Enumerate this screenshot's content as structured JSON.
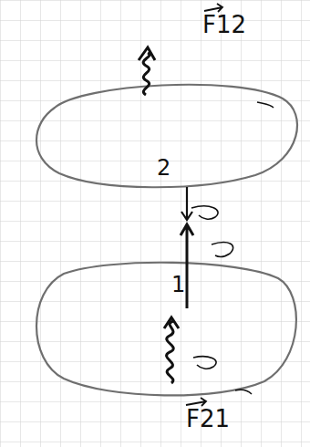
{
  "diagram": {
    "labels": [
      "F12",
      "2",
      "1",
      "F21"
    ]
  }
}
